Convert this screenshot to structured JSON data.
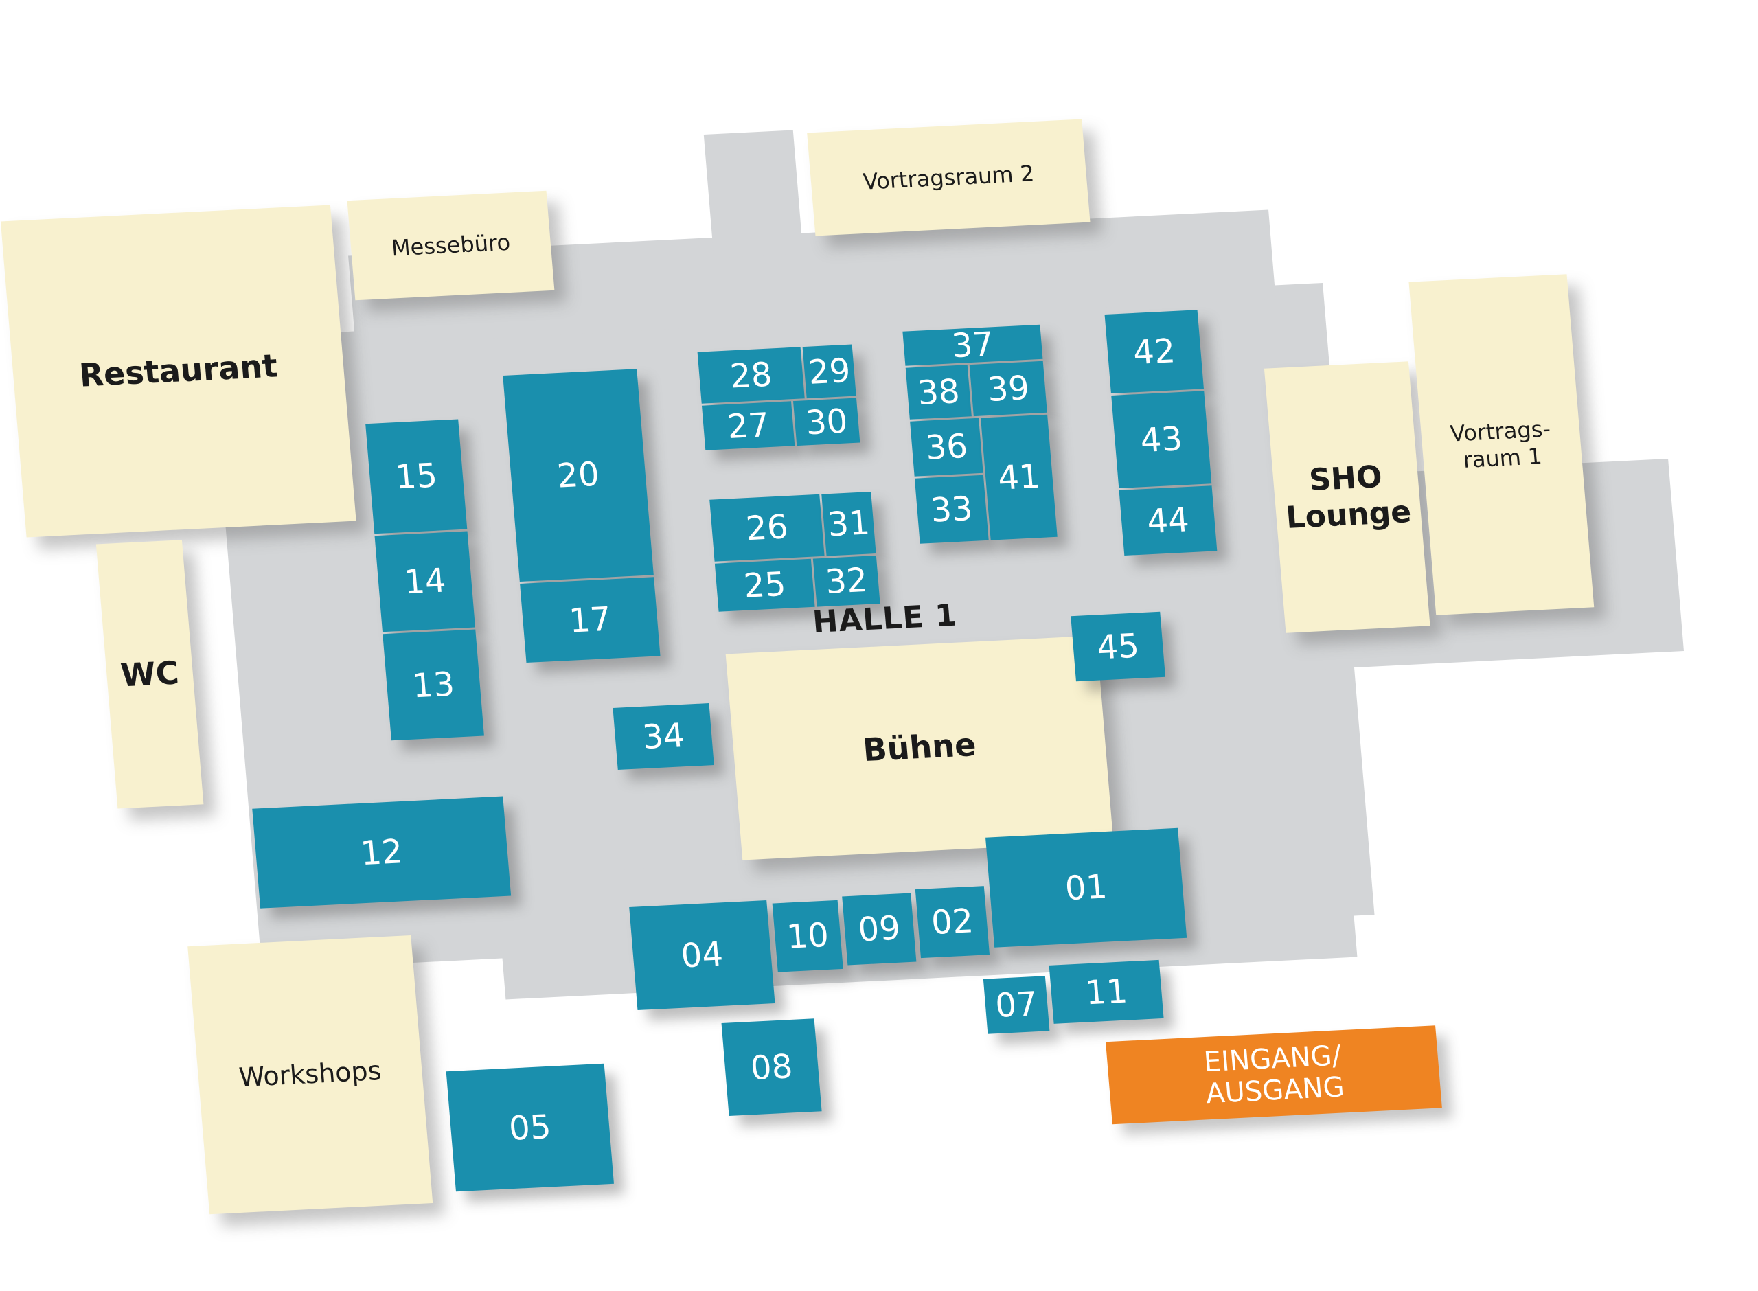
{
  "hall_label": "HALLE 1",
  "rooms": {
    "restaurant": "Restaurant",
    "wc": "WC",
    "messebuero": "Messebüro",
    "vortragsraum2": "Vortragsraum 2",
    "vortragsraum1": "Vortrags-\nraum 1",
    "sho_lounge": "SHO\nLounge",
    "buehne": "Bühne",
    "workshops": "Workshops"
  },
  "exit_label": "EINGANG/\nAUSGANG",
  "booths": {
    "b01": "01",
    "b02": "02",
    "b04": "04",
    "b05": "05",
    "b07": "07",
    "b08": "08",
    "b09": "09",
    "b10": "10",
    "b11": "11",
    "b12": "12",
    "b13": "13",
    "b14": "14",
    "b15": "15",
    "b17": "17",
    "b20": "20",
    "b25": "25",
    "b26": "26",
    "b27": "27",
    "b28": "28",
    "b29": "29",
    "b30": "30",
    "b31": "31",
    "b32": "32",
    "b33": "33",
    "b34": "34",
    "b36": "36",
    "b37": "37",
    "b38": "38",
    "b39": "39",
    "b41": "41",
    "b42": "42",
    "b43": "43",
    "b44": "44",
    "b45": "45"
  },
  "colors": {
    "booth": "#1a8fad",
    "room": "#f8f1cf",
    "floor": "#d3d5d7",
    "exit": "#ef8422"
  }
}
